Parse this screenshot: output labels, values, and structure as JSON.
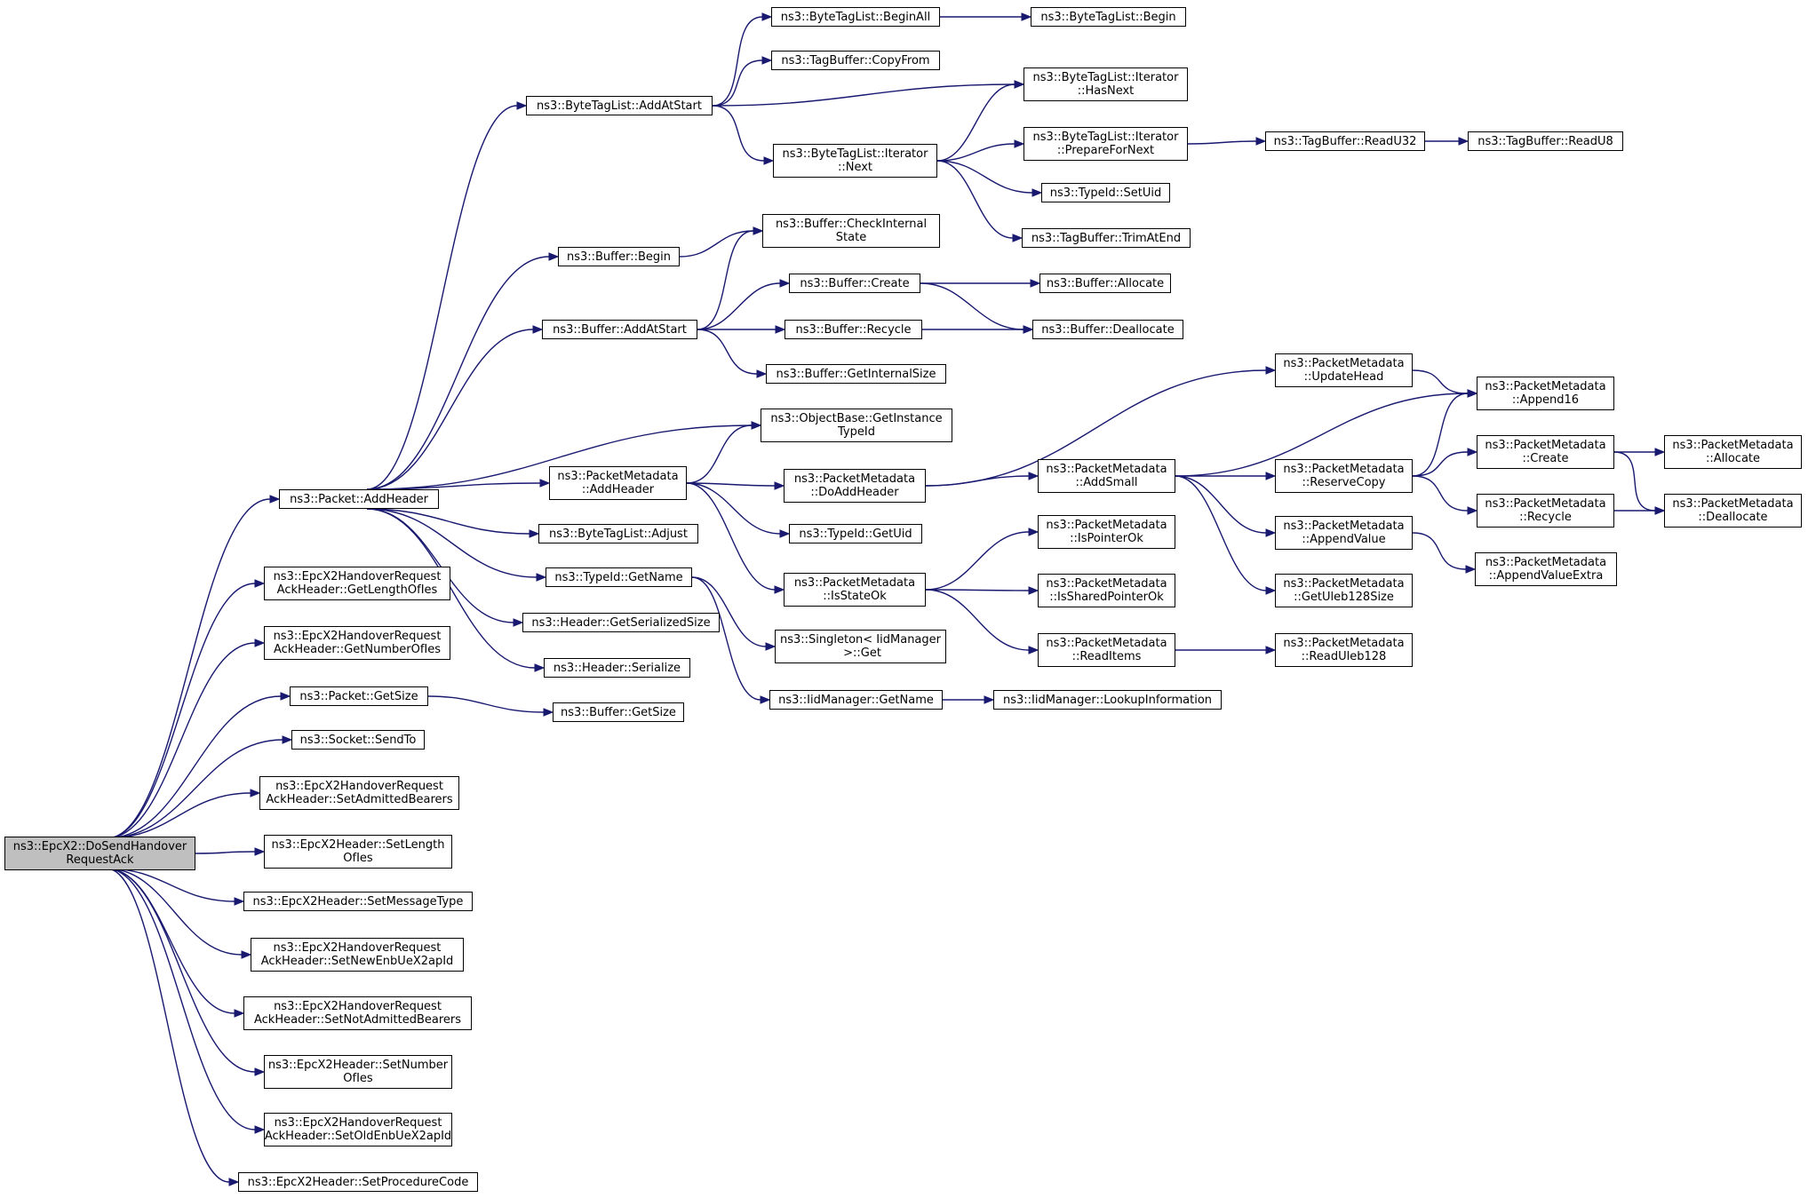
{
  "root": "n_root",
  "colors": {
    "edge": "#191970",
    "node_border": "#000000",
    "root_fill": "#bfbfbf",
    "node_fill": "#ffffff"
  },
  "nodes": {
    "n_root": "ns3::EpcX2::DoSendHandover\nRequestAck",
    "n_pkt_addheader": "ns3::Packet::AddHeader",
    "n_btl_addatstart": "ns3::ByteTagList::AddAtStart",
    "n_btl_beginall": "ns3::ByteTagList::BeginAll",
    "n_btl_begin": "ns3::ByteTagList::Begin",
    "n_tb_copyfrom": "ns3::TagBuffer::CopyFrom",
    "n_btli_hasnext": "ns3::ByteTagList::Iterator\n::HasNext",
    "n_btli_next": "ns3::ByteTagList::Iterator\n::Next",
    "n_btli_preparefornext": "ns3::ByteTagList::Iterator\n::PrepareForNext",
    "n_tb_readu32": "ns3::TagBuffer::ReadU32",
    "n_tb_readu8": "ns3::TagBuffer::ReadU8",
    "n_typeid_setuid": "ns3::TypeId::SetUid",
    "n_tb_trimatend": "ns3::TagBuffer::TrimAtEnd",
    "n_buf_begin": "ns3::Buffer::Begin",
    "n_buf_checkinternal": "ns3::Buffer::CheckInternal\nState",
    "n_buf_addatstart": "ns3::Buffer::AddAtStart",
    "n_buf_create": "ns3::Buffer::Create",
    "n_buf_allocate": "ns3::Buffer::Allocate",
    "n_buf_recycle": "ns3::Buffer::Recycle",
    "n_buf_deallocate": "ns3::Buffer::Deallocate",
    "n_buf_getinternalsize": "ns3::Buffer::GetInternalSize",
    "n_ob_getinstance": "ns3::ObjectBase::GetInstance\nTypeId",
    "n_pm_addheader": "ns3::PacketMetadata\n::AddHeader",
    "n_pm_doaddheader": "ns3::PacketMetadata\n::DoAddHeader",
    "n_pm_updatehead": "ns3::PacketMetadata\n::UpdateHead",
    "n_pm_append16": "ns3::PacketMetadata\n::Append16",
    "n_pm_addsmall": "ns3::PacketMetadata\n::AddSmall",
    "n_pm_reservecopy": "ns3::PacketMetadata\n::ReserveCopy",
    "n_pm_create": "ns3::PacketMetadata\n::Create",
    "n_pm_allocate": "ns3::PacketMetadata\n::Allocate",
    "n_pm_recycle": "ns3::PacketMetadata\n::Recycle",
    "n_pm_deallocate": "ns3::PacketMetadata\n::Deallocate",
    "n_pm_appendvalue": "ns3::PacketMetadata\n::AppendValue",
    "n_pm_appendvalueextra": "ns3::PacketMetadata\n::AppendValueExtra",
    "n_pm_getuleb128size": "ns3::PacketMetadata\n::GetUleb128Size",
    "n_btl_adjust": "ns3::ByteTagList::Adjust",
    "n_typeid_getuid": "ns3::TypeId::GetUid",
    "n_pm_isstateok": "ns3::PacketMetadata\n::IsStateOk",
    "n_pm_ispointerok": "ns3::PacketMetadata\n::IsPointerOk",
    "n_pm_issharedpointerok": "ns3::PacketMetadata\n::IsSharedPointerOk",
    "n_pm_readitems": "ns3::PacketMetadata\n::ReadItems",
    "n_pm_readuleb128": "ns3::PacketMetadata\n::ReadUleb128",
    "n_typeid_getname": "ns3::TypeId::GetName",
    "n_header_getserializedsize": "ns3::Header::GetSerializedSize",
    "n_singleton_get": "ns3::Singleton< IidManager\n >::Get",
    "n_header_serialize": "ns3::Header::Serialize",
    "n_iid_getname": "ns3::IidManager::GetName",
    "n_iid_lookupinformation": "ns3::IidManager::LookupInformation",
    "n_ackh_getlengthofies": "ns3::EpcX2HandoverRequest\nAckHeader::GetLengthOfIes",
    "n_ackh_getnumberofies": "ns3::EpcX2HandoverRequest\nAckHeader::GetNumberOfIes",
    "n_pkt_getsize": "ns3::Packet::GetSize",
    "n_buf_getsize": "ns3::Buffer::GetSize",
    "n_socket_sendto": "ns3::Socket::SendTo",
    "n_ackh_setadmitted": "ns3::EpcX2HandoverRequest\nAckHeader::SetAdmittedBearers",
    "n_x2h_setlengthofies": "ns3::EpcX2Header::SetLength\nOfIes",
    "n_x2h_setmessagetype": "ns3::EpcX2Header::SetMessageType",
    "n_ackh_setnewenb": "ns3::EpcX2HandoverRequest\nAckHeader::SetNewEnbUeX2apId",
    "n_ackh_setnotadmitted": "ns3::EpcX2HandoverRequest\nAckHeader::SetNotAdmittedBearers",
    "n_x2h_setnumberofies": "ns3::EpcX2Header::SetNumber\nOfIes",
    "n_ackh_setoldenb": "ns3::EpcX2HandoverRequest\nAckHeader::SetOldEnbUeX2apId",
    "n_x2h_setprocedurecode": "ns3::EpcX2Header::SetProcedureCode"
  },
  "edges": [
    [
      "n_root",
      "n_pkt_addheader"
    ],
    [
      "n_root",
      "n_ackh_getlengthofies"
    ],
    [
      "n_root",
      "n_ackh_getnumberofies"
    ],
    [
      "n_root",
      "n_pkt_getsize"
    ],
    [
      "n_root",
      "n_socket_sendto"
    ],
    [
      "n_root",
      "n_ackh_setadmitted"
    ],
    [
      "n_root",
      "n_x2h_setlengthofies"
    ],
    [
      "n_root",
      "n_x2h_setmessagetype"
    ],
    [
      "n_root",
      "n_ackh_setnewenb"
    ],
    [
      "n_root",
      "n_ackh_setnotadmitted"
    ],
    [
      "n_root",
      "n_x2h_setnumberofies"
    ],
    [
      "n_root",
      "n_ackh_setoldenb"
    ],
    [
      "n_root",
      "n_x2h_setprocedurecode"
    ],
    [
      "n_pkt_addheader",
      "n_btl_addatstart"
    ],
    [
      "n_pkt_addheader",
      "n_buf_begin"
    ],
    [
      "n_pkt_addheader",
      "n_buf_addatstart"
    ],
    [
      "n_pkt_addheader",
      "n_ob_getinstance"
    ],
    [
      "n_pkt_addheader",
      "n_pm_addheader"
    ],
    [
      "n_pkt_addheader",
      "n_btl_adjust"
    ],
    [
      "n_pkt_addheader",
      "n_typeid_getname"
    ],
    [
      "n_pkt_addheader",
      "n_header_getserializedsize"
    ],
    [
      "n_pkt_addheader",
      "n_header_serialize"
    ],
    [
      "n_btl_addatstart",
      "n_btl_beginall"
    ],
    [
      "n_btl_addatstart",
      "n_tb_copyfrom"
    ],
    [
      "n_btl_addatstart",
      "n_btli_hasnext"
    ],
    [
      "n_btl_addatstart",
      "n_btli_next"
    ],
    [
      "n_btl_beginall",
      "n_btl_begin"
    ],
    [
      "n_btli_next",
      "n_btli_hasnext"
    ],
    [
      "n_btli_next",
      "n_btli_preparefornext"
    ],
    [
      "n_btli_next",
      "n_typeid_setuid"
    ],
    [
      "n_btli_next",
      "n_tb_trimatend"
    ],
    [
      "n_btli_preparefornext",
      "n_tb_readu32"
    ],
    [
      "n_tb_readu32",
      "n_tb_readu8"
    ],
    [
      "n_buf_begin",
      "n_buf_checkinternal"
    ],
    [
      "n_buf_addatstart",
      "n_buf_checkinternal"
    ],
    [
      "n_buf_addatstart",
      "n_buf_create"
    ],
    [
      "n_buf_addatstart",
      "n_buf_recycle"
    ],
    [
      "n_buf_addatstart",
      "n_buf_getinternalsize"
    ],
    [
      "n_buf_create",
      "n_buf_allocate"
    ],
    [
      "n_buf_create",
      "n_buf_deallocate"
    ],
    [
      "n_buf_recycle",
      "n_buf_deallocate"
    ],
    [
      "n_pm_addheader",
      "n_ob_getinstance"
    ],
    [
      "n_pm_addheader",
      "n_pm_doaddheader"
    ],
    [
      "n_pm_addheader",
      "n_typeid_getuid"
    ],
    [
      "n_pm_addheader",
      "n_pm_isstateok"
    ],
    [
      "n_pm_doaddheader",
      "n_pm_updatehead"
    ],
    [
      "n_pm_doaddheader",
      "n_pm_addsmall"
    ],
    [
      "n_pm_updatehead",
      "n_pm_append16"
    ],
    [
      "n_pm_addsmall",
      "n_pm_append16"
    ],
    [
      "n_pm_addsmall",
      "n_pm_reservecopy"
    ],
    [
      "n_pm_addsmall",
      "n_pm_appendvalue"
    ],
    [
      "n_pm_addsmall",
      "n_pm_getuleb128size"
    ],
    [
      "n_pm_reservecopy",
      "n_pm_append16"
    ],
    [
      "n_pm_reservecopy",
      "n_pm_create"
    ],
    [
      "n_pm_reservecopy",
      "n_pm_recycle"
    ],
    [
      "n_pm_create",
      "n_pm_allocate"
    ],
    [
      "n_pm_create",
      "n_pm_deallocate"
    ],
    [
      "n_pm_recycle",
      "n_pm_deallocate"
    ],
    [
      "n_pm_appendvalue",
      "n_pm_appendvalueextra"
    ],
    [
      "n_pm_isstateok",
      "n_pm_ispointerok"
    ],
    [
      "n_pm_isstateok",
      "n_pm_issharedpointerok"
    ],
    [
      "n_pm_isstateok",
      "n_pm_readitems"
    ],
    [
      "n_pm_readitems",
      "n_pm_readuleb128"
    ],
    [
      "n_typeid_getname",
      "n_singleton_get"
    ],
    [
      "n_typeid_getname",
      "n_iid_getname"
    ],
    [
      "n_iid_getname",
      "n_iid_lookupinformation"
    ],
    [
      "n_pkt_getsize",
      "n_buf_getsize"
    ]
  ]
}
